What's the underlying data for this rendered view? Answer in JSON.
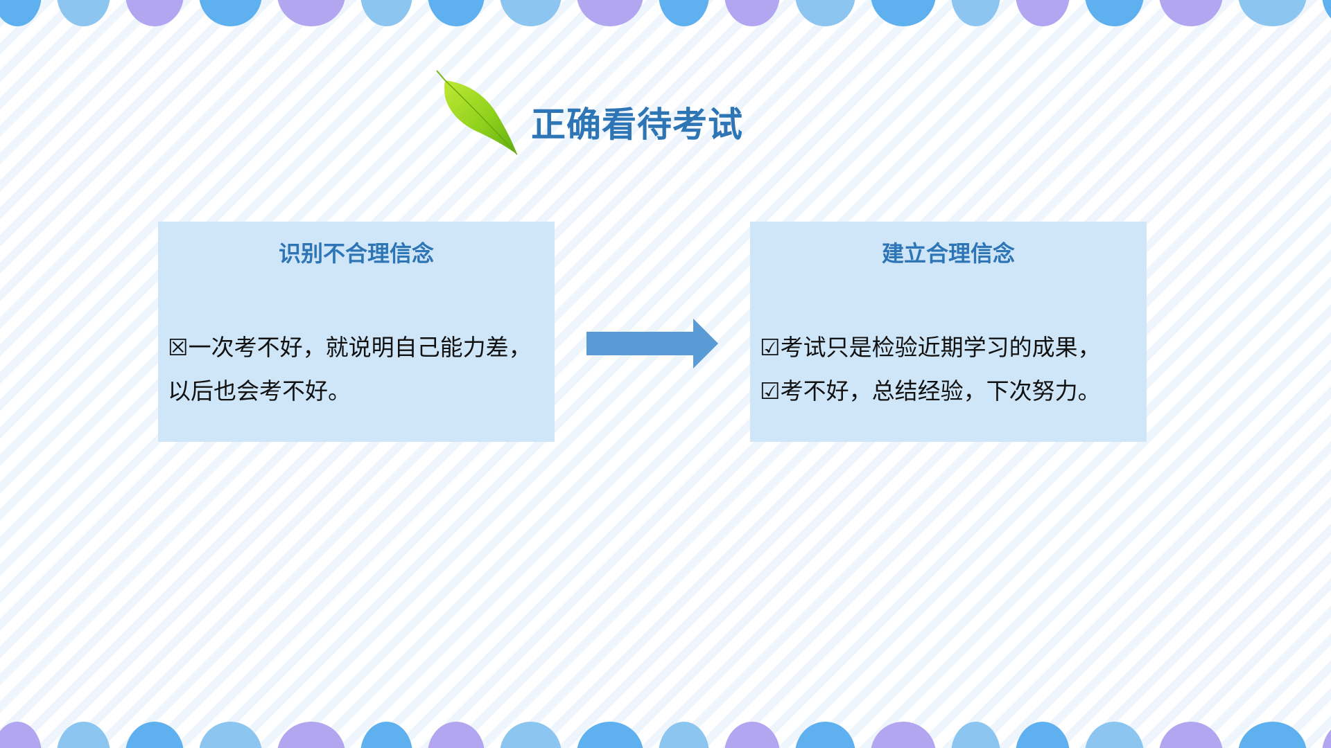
{
  "title": "正确看待考试",
  "colors": {
    "accent": "#2e75b6",
    "card_bg": "#cfe5f8",
    "arrow": "#5b9bd5",
    "scallop_blue": "#5fb0ee",
    "scallop_light": "#8cc6f0",
    "scallop_purple": "#b1a6ef"
  },
  "left_card": {
    "heading": "识别不合理信念",
    "lines": [
      "☒一次考不好，就说明自己能力差，",
      "以后也会考不好。"
    ]
  },
  "right_card": {
    "heading": "建立合理信念",
    "lines": [
      "☑考试只是检验近期学习的成果，",
      "☑考不好，总结经验，下次努力。"
    ]
  }
}
